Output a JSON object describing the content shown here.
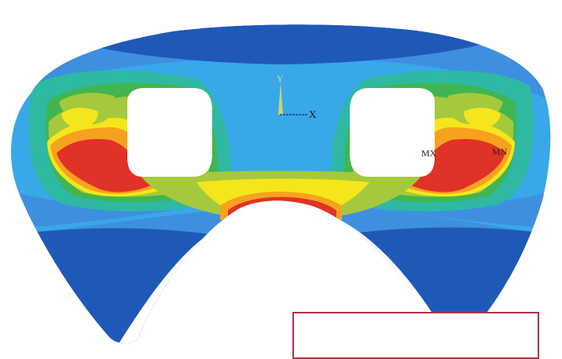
{
  "colors": {
    "background": "#ffffff",
    "level_1_dark_blue": "#1f59b8",
    "level_2_blue": "#3f8fe0",
    "level_3_light_blue": "#38a8e8",
    "level_4_cyan_green": "#2fb8a2",
    "level_5_green": "#41b54f",
    "level_6_light_green": "#a5c93c",
    "level_7_yellow": "#f5e61b",
    "level_8_orange": "#f6a21f",
    "level_9_red": "#e03226",
    "inset_border": "#b03245"
  },
  "triad": {
    "y_label": "Y",
    "x_label": "X"
  },
  "markers": {
    "max_label": "MX",
    "min_label": "MN"
  }
}
